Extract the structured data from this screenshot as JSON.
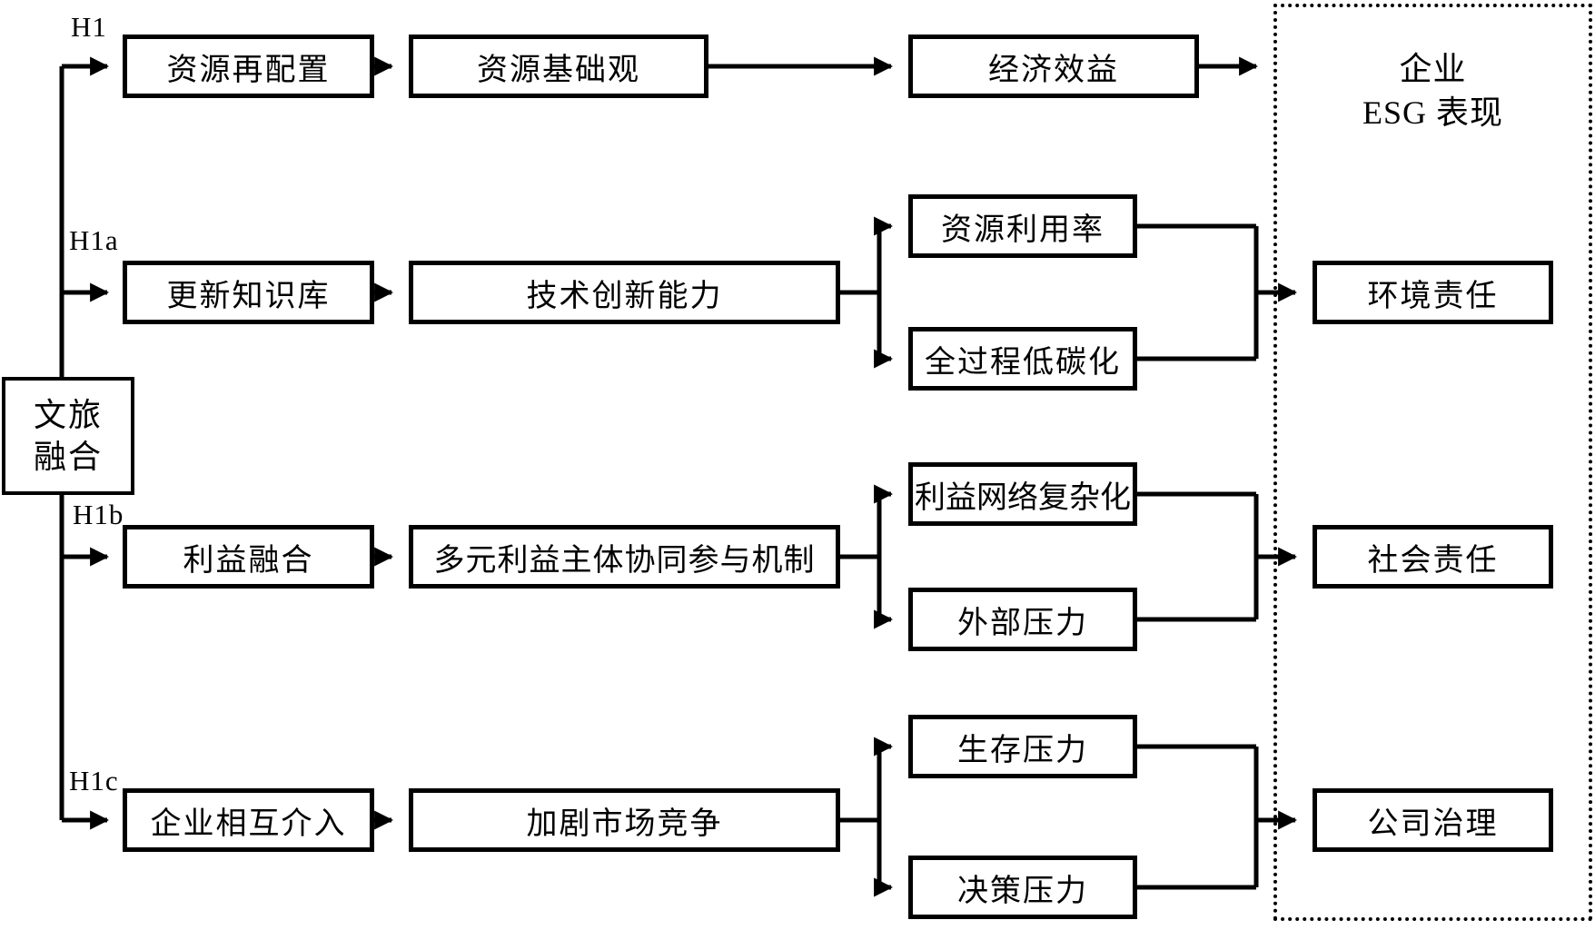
{
  "source_box": {
    "line1": "文旅",
    "line2": "融合"
  },
  "dotted_panel": {
    "title_line1": "企业",
    "title_line2": "ESG 表现"
  },
  "rows": [
    {
      "hypothesis_label": "H1",
      "antecedent": "资源再配置",
      "mechanism": "资源基础观",
      "mediator": "经济效益"
    },
    {
      "hypothesis_label": "H1a",
      "antecedent": "更新知识库",
      "mechanism": "技术创新能力",
      "mediator_top": "资源利用率",
      "mediator_bottom": "全过程低碳化",
      "outcome": "环境责任"
    },
    {
      "hypothesis_label": "H1b",
      "antecedent": "利益融合",
      "mechanism": "多元利益主体协同参与机制",
      "mediator_top": "利益网络复杂化",
      "mediator_bottom": "外部压力",
      "outcome": "社会责任"
    },
    {
      "hypothesis_label": "H1c",
      "antecedent": "企业相互介入",
      "mechanism": "加剧市场竞争",
      "mediator_top": "生存压力",
      "mediator_bottom": "决策压力",
      "outcome": "公司治理"
    }
  ],
  "colors": {
    "line": "#000000",
    "background": "#ffffff"
  }
}
